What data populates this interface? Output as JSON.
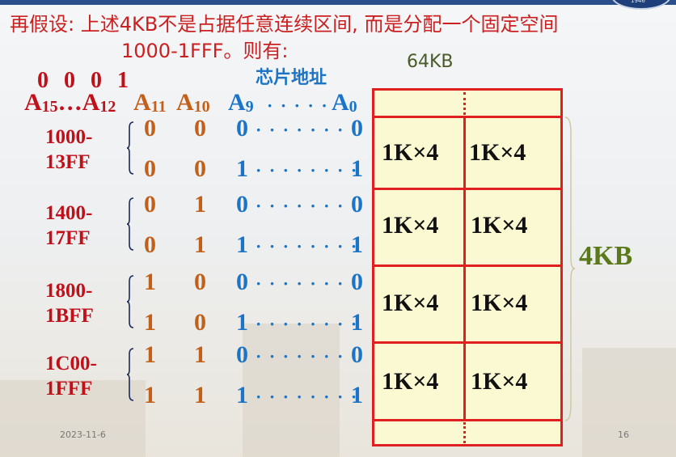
{
  "title_line1": "再假设: 上述4KB不是占据任意连续区间, 而是分配一个固定空间",
  "title_line2": "1000-1FFF。则有:",
  "chip_address_label": "芯片地址",
  "memory_label": "64KB",
  "prefix_bits": "0 0 0 1",
  "header": {
    "a15": "A",
    "a15_sub": "15",
    "ellipsis": "…",
    "a12": "A",
    "a12_sub": "12",
    "a11": "A",
    "a11_sub": "11",
    "a10": "A",
    "a10_sub": "10",
    "a9": "A",
    "a9_sub": "9",
    "dots": "· · · · ·",
    "a0": "A",
    "a0_sub": "0"
  },
  "ranges": [
    {
      "line1": "1000-",
      "line2": "13FF",
      "a11": [
        "0",
        "0"
      ],
      "a10": [
        "0",
        "0"
      ],
      "a9": [
        "0",
        "1"
      ],
      "a0": [
        "0",
        "1"
      ]
    },
    {
      "line1": "1400-",
      "line2": "17FF",
      "a11": [
        "0",
        "0"
      ],
      "a10": [
        "1",
        "1"
      ],
      "a9": [
        "0",
        "1"
      ],
      "a0": [
        "0",
        "1"
      ]
    },
    {
      "line1": "1800-",
      "line2": "1BFF",
      "a11": [
        "1",
        "1"
      ],
      "a10": [
        "0",
        "0"
      ],
      "a9": [
        "0",
        "1"
      ],
      "a0": [
        "0",
        "1"
      ]
    },
    {
      "line1": "1C00-",
      "line2": "1FFF",
      "a11": [
        "1",
        "1"
      ],
      "a10": [
        "1",
        "1"
      ],
      "a9": [
        "0",
        "1"
      ],
      "a0": [
        "0",
        "1"
      ]
    }
  ],
  "row_dots": "· · · · · · · ·",
  "cells": [
    [
      "1K×4",
      "1K×4"
    ],
    [
      "1K×4",
      "1K×4"
    ],
    [
      "1K×4",
      "1K×4"
    ],
    [
      "1K×4",
      "1K×4"
    ]
  ],
  "size_label": "4KB",
  "footer": {
    "date": "2023-11-6",
    "page": "16"
  },
  "logo_year": "1946"
}
